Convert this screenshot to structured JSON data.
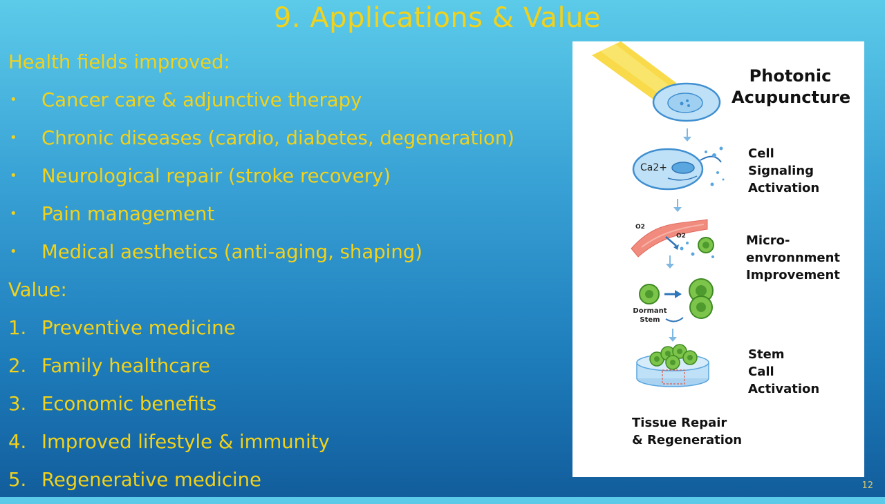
{
  "slide": {
    "title": "9. Applications & Value",
    "page_number": "12"
  },
  "health": {
    "heading": "Health fields improved:",
    "items": [
      {
        "marker": "•",
        "text": "Cancer care & adjunctive therapy"
      },
      {
        "marker": "•",
        "text": "Chronic diseases (cardio, diabetes, degeneration)"
      },
      {
        "marker": "•",
        "text": "Neurological repair (stroke recovery)"
      },
      {
        "marker": "•",
        "text": "Pain management"
      },
      {
        "marker": "•",
        "text": "Medical aesthetics (anti-aging, shaping)"
      }
    ]
  },
  "value": {
    "heading": "Value:",
    "items": [
      {
        "marker": "1.",
        "text": "Preventive medicine"
      },
      {
        "marker": "2.",
        "text": "Family healthcare"
      },
      {
        "marker": "3.",
        "text": "Economic benefits"
      },
      {
        "marker": "4.",
        "text": "Improved lifestyle & immunity"
      },
      {
        "marker": "5.",
        "text": "Regenerative medicine"
      }
    ]
  },
  "figure": {
    "main_label": "Photonic\nAcupuncture",
    "step1": "Cell\nSignaling\nActivation",
    "step2": "Micro-\nenvronnment\nImprovement",
    "step3": "Stem\nCall\nActivation",
    "step4": "Tissue Repair\n& Regeneration",
    "ca_label": "Ca2+",
    "o2_label_a": "O2",
    "o2_label_b": "O2",
    "dormant_label": "Dormant\nStem",
    "colors": {
      "text_accent": "#f2d21a",
      "cell_blue": "#9fd0f2",
      "cell_outline": "#3f8fd0",
      "green_cell": "#7cc44a",
      "vessel": "#f08b7e"
    }
  }
}
